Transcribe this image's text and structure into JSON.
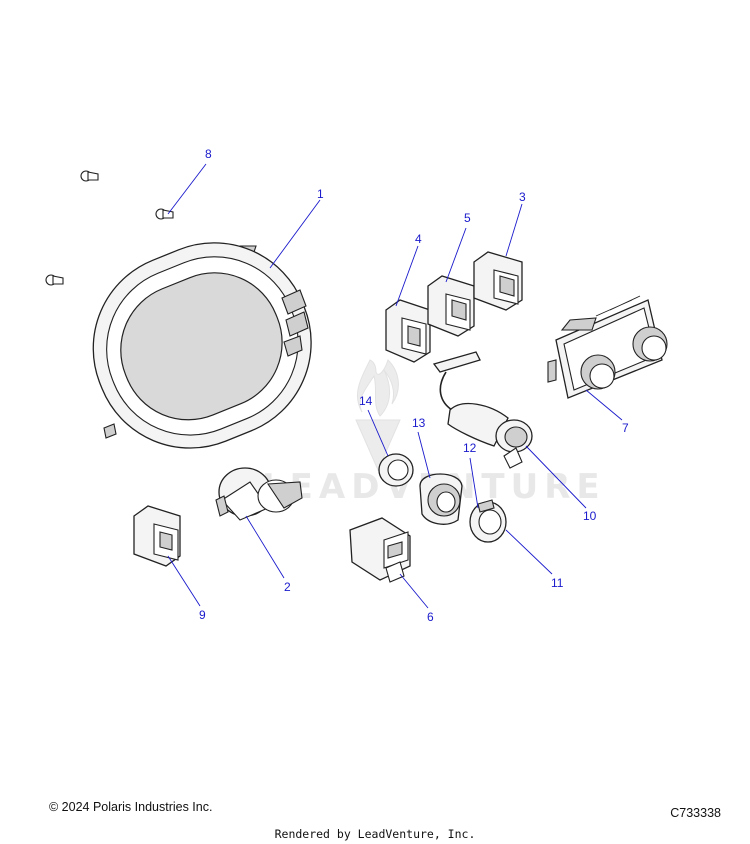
{
  "watermark": {
    "text": "LEADVENTURE"
  },
  "callouts": [
    {
      "id": "callout-1",
      "label": "1"
    },
    {
      "id": "callout-2",
      "label": "2"
    },
    {
      "id": "callout-3",
      "label": "3"
    },
    {
      "id": "callout-4",
      "label": "4"
    },
    {
      "id": "callout-5",
      "label": "5"
    },
    {
      "id": "callout-6",
      "label": "6"
    },
    {
      "id": "callout-7",
      "label": "7"
    },
    {
      "id": "callout-8",
      "label": "8"
    },
    {
      "id": "callout-9",
      "label": "9"
    },
    {
      "id": "callout-10",
      "label": "10"
    },
    {
      "id": "callout-11",
      "label": "11"
    },
    {
      "id": "callout-12",
      "label": "12"
    },
    {
      "id": "callout-13",
      "label": "13"
    },
    {
      "id": "callout-14",
      "label": "14"
    }
  ],
  "footer": {
    "copyright": "© 2024 Polaris Industries Inc.",
    "drawing_number": "C733338",
    "rendered_by": "Rendered by LeadVenture, Inc."
  },
  "colors": {
    "callout": "#1a1acc",
    "line": "#222222"
  }
}
